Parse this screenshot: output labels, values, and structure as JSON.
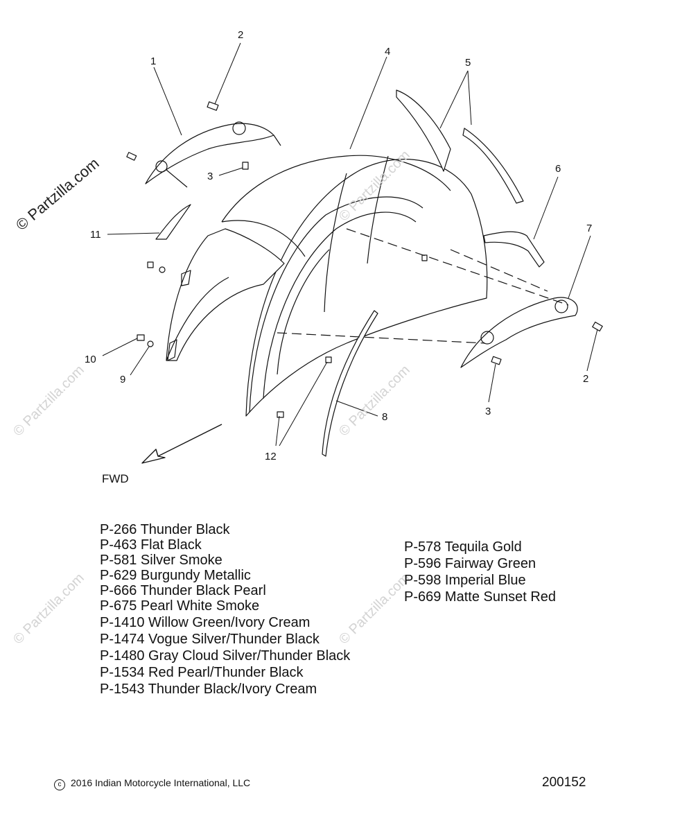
{
  "watermarks": {
    "main": "© Partzilla.com",
    "light": "© Partzilla.com"
  },
  "callouts": {
    "c1": "1",
    "c2a": "2",
    "c2b": "2",
    "c3a": "3",
    "c3b": "3",
    "c4": "4",
    "c5": "5",
    "c6": "6",
    "c7": "7",
    "c8": "8",
    "c9": "9",
    "c10": "10",
    "c11": "11",
    "c12": "12"
  },
  "direction_label": "FWD",
  "paint_codes_left": [
    "P-266  Thunder Black",
    "P-463  Flat Black",
    "P-581  Silver Smoke",
    "P-629  Burgundy Metallic",
    "P-666  Thunder Black Pearl",
    "P-675  Pearl White Smoke",
    "P-1410 Willow Green/Ivory Cream",
    "P-1474 Vogue Silver/Thunder Black",
    "P-1480 Gray Cloud Silver/Thunder Black",
    "P-1534 Red Pearl/Thunder Black",
    "P-1543 Thunder Black/Ivory Cream"
  ],
  "paint_codes_right": [
    "P-578  Tequila Gold",
    "P-596  Fairway Green",
    "P-598  Imperial Blue",
    "P-669  Matte Sunset Red"
  ],
  "footer": {
    "copyright_symbol": "c",
    "copyright": "2016 Indian Motorcycle International, LLC",
    "diagram_number": "200152"
  }
}
